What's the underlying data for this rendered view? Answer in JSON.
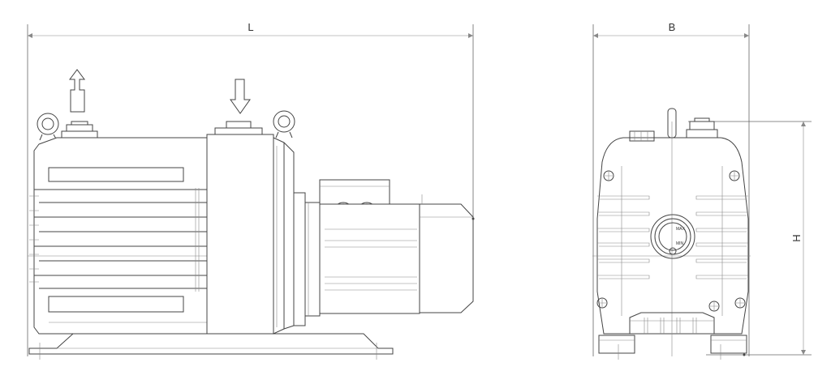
{
  "dimensions": {
    "length_label": "L",
    "width_label": "B",
    "height_label": "H"
  },
  "end_view": {
    "sight_glass_labels": [
      "MAX",
      "MIN"
    ]
  },
  "colors": {
    "line": "#444444",
    "background": "#ffffff"
  }
}
